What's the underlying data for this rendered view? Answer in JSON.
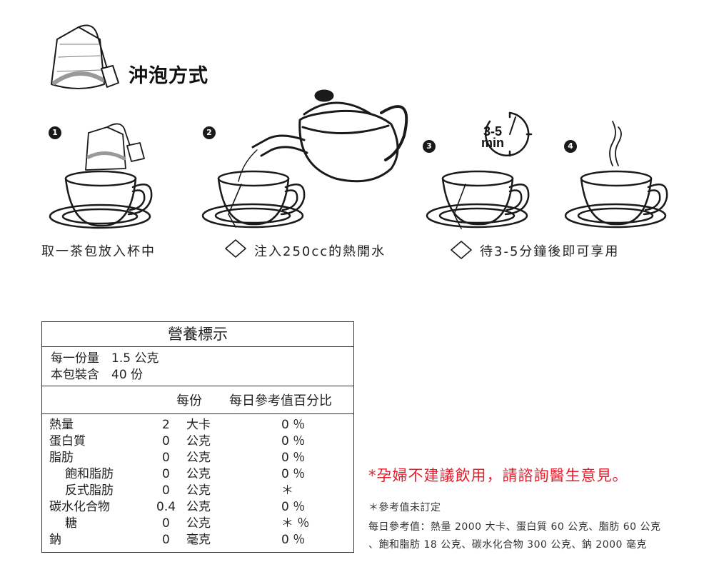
{
  "brewing": {
    "title": "沖泡方式",
    "steps": [
      {
        "number": "1",
        "caption": "取一茶包放入杯中"
      },
      {
        "number": "2",
        "caption": "注入250cc的熱開水"
      },
      {
        "number": "3",
        "caption": "待3-5分鐘後即可享用"
      },
      {
        "number": "4",
        "caption": ""
      }
    ],
    "timer_range": "3-5",
    "timer_unit": "min"
  },
  "nutrition": {
    "title": "營養標示",
    "serving_size": "每一份量　1.5 公克",
    "servings_per_pack": "本包裝含　40 份",
    "col_per_serving": "每份",
    "col_daily_pct": "每日參考值百分比",
    "rows": [
      {
        "name": "熱量",
        "value": "2",
        "unit": "大卡",
        "pct": "0 ％",
        "indent": false
      },
      {
        "name": "蛋白質",
        "value": "0",
        "unit": "公克",
        "pct": "0 ％",
        "indent": false
      },
      {
        "name": "脂肪",
        "value": "0",
        "unit": "公克",
        "pct": "0 ％",
        "indent": false
      },
      {
        "name": "飽和脂肪",
        "value": "0",
        "unit": "公克",
        "pct": "0 ％",
        "indent": true
      },
      {
        "name": "反式脂肪",
        "value": "0",
        "unit": "公克",
        "pct": "＊",
        "indent": true
      },
      {
        "name": "碳水化合物",
        "value": "0.4",
        "unit": "公克",
        "pct": "0 ％",
        "indent": false
      },
      {
        "name": "糖",
        "value": "0",
        "unit": "公克",
        "pct": "＊ ％",
        "indent": true
      },
      {
        "name": "鈉",
        "value": "0",
        "unit": "毫克",
        "pct": "0 ％",
        "indent": false
      }
    ]
  },
  "warning": "*孕婦不建議飲用，請諮詢醫生意見。",
  "notes": {
    "asterisk": "＊參考值未訂定",
    "reference_line1": "每日參考值：熱量 2000 大卡、蛋白質 60 公克、脂肪 60 公克",
    "reference_line2": "、飽和脂肪 18  公克、碳水化合物  300  公克、鈉  2000  毫克"
  },
  "colors": {
    "warning": "#e41e2b",
    "ink": "#1a1a1a"
  }
}
